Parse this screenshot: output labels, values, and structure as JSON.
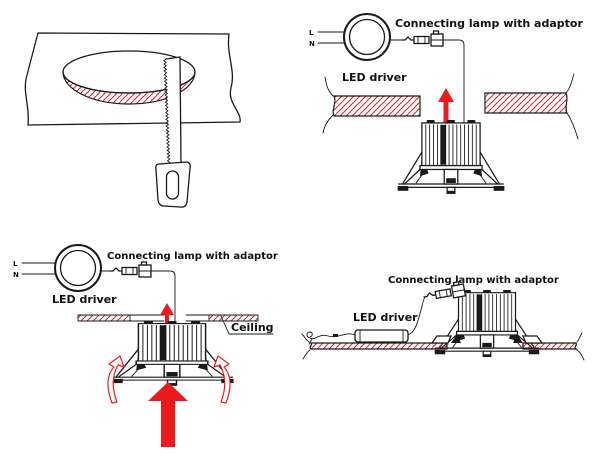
{
  "colors": {
    "outline": "#1a1a1a",
    "hatch": "#c53038",
    "arrow": "#ec1b1b",
    "background": "#ffffff"
  },
  "panels": {
    "top_right": {
      "connect": "Connecting lamp with adaptor",
      "driver": "LED driver",
      "live": "L",
      "neutral": "N"
    },
    "bottom_left": {
      "connect": "Connecting lamp with adaptor",
      "driver": "LED driver",
      "live": "L",
      "neutral": "N",
      "ceiling": "Ceiling"
    },
    "bottom_right": {
      "connect": "Connecting lamp with adaptor",
      "driver": "LED driver"
    }
  }
}
